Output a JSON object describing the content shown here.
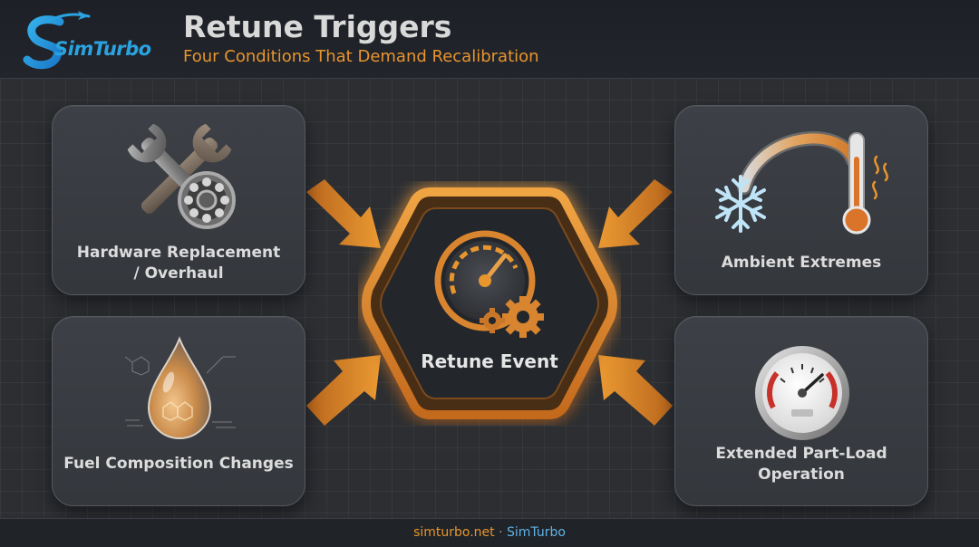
{
  "header": {
    "logo_text": "SimTurbo",
    "title": "Retune Triggers",
    "subtitle": "Four Conditions That Demand Recalibration"
  },
  "hub": {
    "label": "Retune Event",
    "icon": "gauge-with-gears-icon"
  },
  "triggers": [
    {
      "label_line1": "Hardware Replacement",
      "label_line2": "/ Overhaul",
      "icon": "wrench-and-bearing-icon"
    },
    {
      "label_line1": "Fuel Composition Changes",
      "label_line2": "",
      "icon": "fuel-droplet-icon"
    },
    {
      "label_line1": "Ambient Extremes",
      "label_line2": "",
      "icon": "snowflake-thermometer-icon"
    },
    {
      "label_line1": "Extended Part-Load",
      "label_line2": "Operation",
      "icon": "pressure-gauge-icon"
    }
  ],
  "footer": {
    "site": "simturbo.net",
    "separator": " · ",
    "brand": "SimTurbo"
  },
  "colors": {
    "accent": "#e8952e",
    "brand_blue": "#2aa3e0",
    "card_bg": "#393c41",
    "background": "#2c2e32"
  }
}
